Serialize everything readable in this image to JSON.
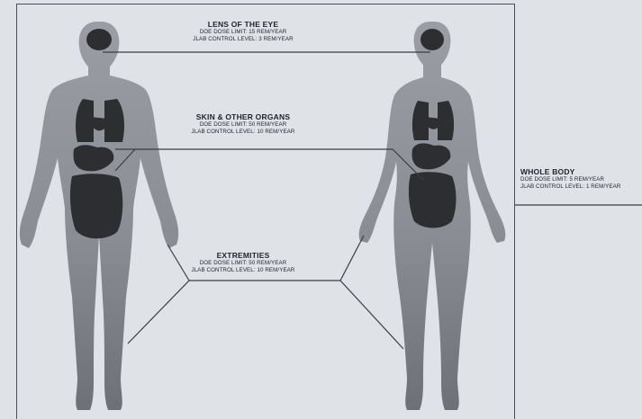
{
  "labels": {
    "lens": {
      "title": "LENS OF THE EYE",
      "doe_limit": "DOE DOSE LIMIT: 15 REM/YEAR",
      "jlab_level": "JLAB CONTROL LEVEL: 3 REM/YEAR"
    },
    "skin": {
      "title": "SKIN & OTHER ORGANS",
      "doe_limit": "DOE DOSE LIMIT: 50 REM/YEAR",
      "jlab_level": "JLAB CONTROL LEVEL: 10 REM/YEAR"
    },
    "extremities": {
      "title": "EXTREMITIES",
      "doe_limit": "DOE DOSE LIMIT: 50 REM/YEAR",
      "jlab_level": "JLAB CONTROL LEVEL: 10 REM/YEAR"
    },
    "whole_body": {
      "title": "WHOLE BODY",
      "doe_limit": "DOE DOSE LIMIT: 5 REM/YEAR",
      "jlab_level": "JLAB CONTROL LEVEL: 1 REM/YEAR"
    }
  },
  "colors": {
    "background": "#dfe3e8",
    "body_fill": "#8c9096",
    "organ_fill": "#2c2e31",
    "line": "#3a3d42"
  }
}
